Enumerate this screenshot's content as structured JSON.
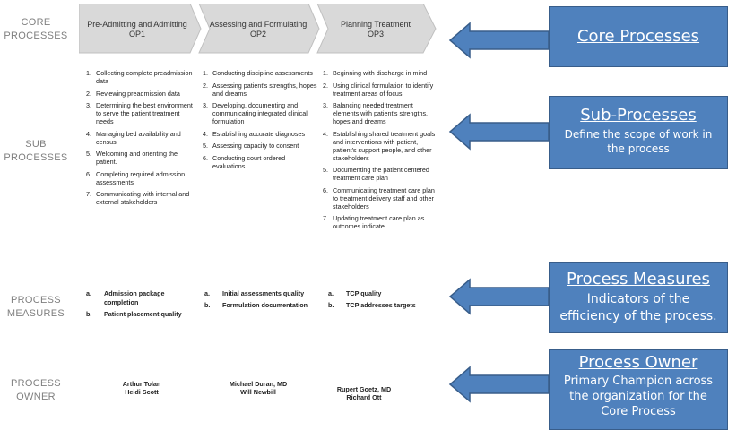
{
  "row_labels": {
    "core": [
      "CORE",
      "PROCESSES"
    ],
    "sub": [
      "SUB",
      "PROCESSES"
    ],
    "measures": [
      "PROCESS",
      "MEASURES"
    ],
    "owner": [
      "PROCESS",
      "OWNER"
    ]
  },
  "core_processes": [
    {
      "title": "Pre-Admitting and Admitting",
      "code": "OP1",
      "sub_processes": [
        "Collecting complete preadmission data",
        "Reviewing preadmission data",
        "Determining the best environment to serve the patient treatment needs",
        "Managing bed availability and census",
        "Welcoming and orienting the patient.",
        "Completing required admission assessments",
        "Communicating with internal and external stakeholders"
      ],
      "measures": [
        "Admission package completion",
        "Patient placement quality"
      ],
      "owners": [
        "Arthur Tolan",
        "Heidi Scott"
      ]
    },
    {
      "title": "Assessing and Formulating",
      "code": "OP2",
      "sub_processes": [
        "Conducting discipline assessments",
        "Assessing patient's strengths, hopes and dreams",
        "Developing, documenting and communicating integrated clinical formulation",
        "Establishing accurate diagnoses",
        "Assessing capacity to consent",
        "Conducting court ordered evaluations."
      ],
      "measures": [
        "Initial assessments quality",
        "Formulation documentation"
      ],
      "owners": [
        "Michael Duran, MD",
        "Will Newbill"
      ]
    },
    {
      "title": "Planning Treatment",
      "code": "OP3",
      "sub_processes": [
        "Beginning with discharge in mind",
        "Using clinical formulation to identify treatment areas of focus",
        "Balancing needed treatment elements with patient's strengths, hopes and dreams",
        "Establishing shared treatment goals and interventions with patient, patient's support people, and other stakeholders",
        "Documenting the patient centered treatment care plan",
        "Communicating treatment care plan to treatment delivery staff and other stakeholders",
        "Updating treatment care plan as outcomes indicate"
      ],
      "measures": [
        "TCP quality",
        "TCP addresses targets"
      ],
      "owners": [
        "Rupert Goetz, MD",
        "Richard Ott"
      ]
    }
  ],
  "measure_markers": [
    "a.",
    "b."
  ],
  "callouts": {
    "core": {
      "title": "Core Processes",
      "description": ""
    },
    "sub": {
      "title": "Sub-Processes",
      "description": "Define the scope of work in the process"
    },
    "measures": {
      "title": "Process Measures",
      "description": "Indicators of the efficiency of the process."
    },
    "owner": {
      "title": "Process Owner",
      "description": "Primary Champion across the organization for the Core Process"
    }
  },
  "colors": {
    "chevron_fill": "#d9d9d9",
    "callout_fill": "#4f81bd",
    "callout_border": "#385d8a",
    "arrow_fill": "#4f81bd",
    "label_gray": "#7f7f7f"
  }
}
